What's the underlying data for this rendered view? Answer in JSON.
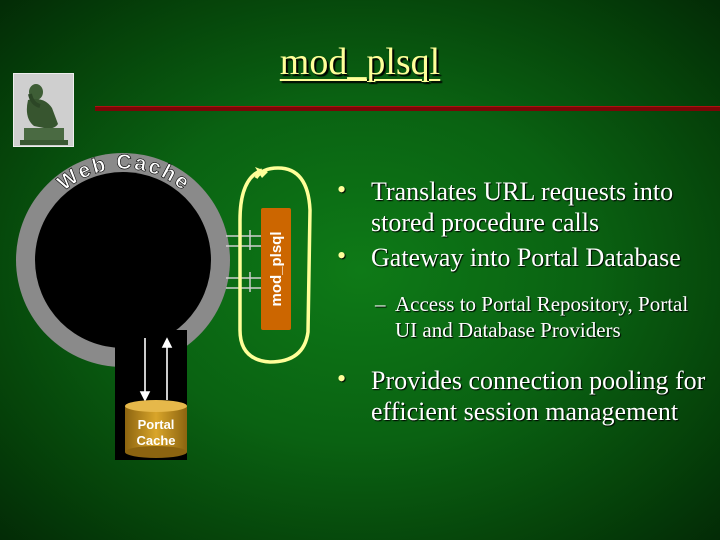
{
  "title": "mod_plsql",
  "diagram": {
    "web_cache_label": "Web Cache",
    "mod_plsql_label": "mod_plsql",
    "portal_cache_line1": "Portal",
    "portal_cache_line2": "Cache"
  },
  "bullets": [
    {
      "text": "Translates URL requests into stored procedure calls"
    },
    {
      "text": "Gateway into Portal Database"
    },
    {
      "text": "Access to Portal Repository, Portal UI and Database Providers",
      "sub": true
    },
    {
      "text": "Provides connection pooling for efficient session management"
    }
  ],
  "colors": {
    "title": "#ffff99",
    "accent_ring": "#ffff99",
    "connector": "#cc6600",
    "cylinder": "#c8941f"
  }
}
